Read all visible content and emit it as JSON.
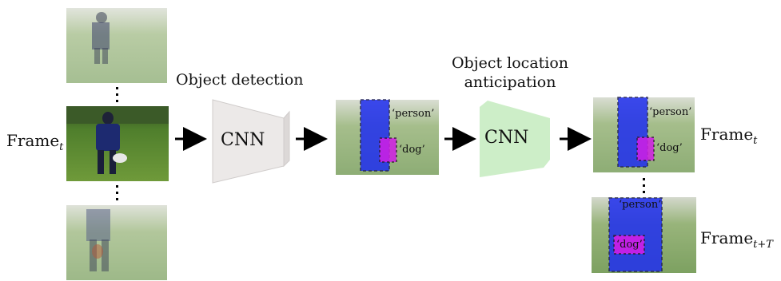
{
  "labels": {
    "frame_t_left": {
      "text": "Frame",
      "sub": "t"
    },
    "frame_t_right": {
      "text": "Frame",
      "sub": "t"
    },
    "frame_tT_right": {
      "text": "Frame",
      "sub": "t+T"
    },
    "object_detection": "Object detection",
    "object_location_line1": "Object location",
    "object_location_line2": "anticipation",
    "cnn_detect": "CNN",
    "cnn_anticipate": "CNN",
    "person_tag": "‘person’",
    "dog_tag": "‘dog’",
    "person_tag_2": "‘person’",
    "dog_tag_2": "‘dog’",
    "person_tag_3": "‘person’",
    "dog_tag_3": "‘dog’"
  },
  "colors": {
    "person_box": "#1f2ef0",
    "dog_box": "#d21ee6",
    "cnn_detect_fill": "#ece9e8",
    "cnn_anticipate_fill": "#cdeec8",
    "grass": "#6e9a4a"
  }
}
